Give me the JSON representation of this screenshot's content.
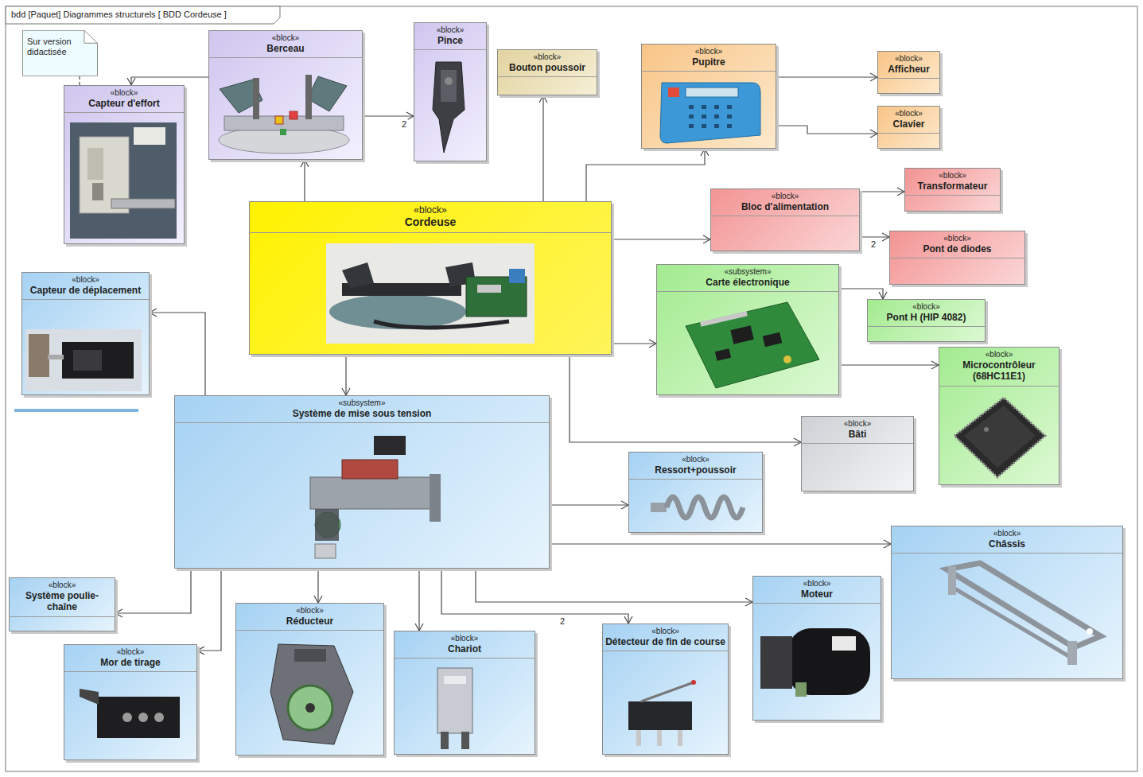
{
  "diagram": {
    "title": "bdd [Paquet] Diagrammes structurels [ BDD Cordeuse ]",
    "nodes": [
      {
        "text": [
          "Sur version didactisée"
        ]
      },
      {
        "text": [
          "«block»",
          "Berceau"
        ]
      },
      {
        "text": [
          "«block»",
          "Pince"
        ]
      },
      {
        "text": [
          "«block»",
          "Bouton poussoir"
        ]
      },
      {
        "text": [
          "«block»",
          "Pupitre"
        ]
      },
      {
        "text": [
          "«block»",
          "Afficheur"
        ]
      },
      {
        "text": [
          "«block»",
          "Capteur d'effort"
        ]
      },
      {
        "text": [
          "«block»",
          "Clavier"
        ]
      },
      {
        "text": [
          "«block»",
          "Cordeuse"
        ]
      },
      {
        "text": [
          "«block»",
          "Transformateur"
        ]
      },
      {
        "text": [
          "«block»",
          "Bloc d'alimentation"
        ]
      },
      {
        "text": [
          "«block»",
          "Pont de diodes"
        ]
      },
      {
        "text": [
          "«block»",
          "Capteur de déplacement"
        ]
      },
      {
        "text": [
          "«subsystem»",
          "Carte électronique"
        ]
      },
      {
        "text": [
          "«block»",
          "Pont H (HIP 4082)"
        ]
      },
      {
        "text": [
          "«block»",
          "Microcontrôleur (68HC11E1)"
        ]
      },
      {
        "text": [
          "«subsystem»",
          "Système de mise sous tension"
        ]
      },
      {
        "text": [
          "«block»",
          "Bâti"
        ]
      },
      {
        "text": [
          "«block»",
          "Ressort+poussoir"
        ]
      },
      {
        "text": [
          "«block»",
          "Châssis"
        ]
      },
      {
        "text": [
          "«block»",
          "Système poulie-chaîne"
        ]
      },
      {
        "text": [
          "«block»",
          "Moteur"
        ]
      },
      {
        "text": [
          "«block»",
          "Réducteur"
        ]
      },
      {
        "text": [
          "«block»",
          "Mor de tirage"
        ]
      },
      {
        "text": [
          "«block»",
          "Chariot"
        ]
      },
      {
        "text": [
          "«block»",
          "Détecteur de fin de course"
        ]
      }
    ],
    "edges": [
      {
        "from": 0,
        "to": 6,
        "arrow": "none"
      },
      {
        "from": 1,
        "to": 6,
        "arrow": "to"
      },
      {
        "from": 1,
        "to": 2,
        "label": "2",
        "arrow": "to"
      },
      {
        "from": 8,
        "to": 1,
        "arrow": "to"
      },
      {
        "from": 8,
        "to": 3,
        "arrow": "to"
      },
      {
        "from": 8,
        "to": 4,
        "arrow": "to"
      },
      {
        "from": 4,
        "to": 5,
        "arrow": "to"
      },
      {
        "from": 4,
        "to": 7,
        "arrow": "to"
      },
      {
        "from": 8,
        "to": 10,
        "arrow": "to"
      },
      {
        "from": 10,
        "to": 9,
        "arrow": "to"
      },
      {
        "from": 10,
        "to": 11,
        "label": "2",
        "arrow": "to"
      },
      {
        "from": 8,
        "to": 13,
        "arrow": "to"
      },
      {
        "from": 13,
        "to": 14,
        "arrow": "to"
      },
      {
        "from": 13,
        "to": 15,
        "arrow": "to"
      },
      {
        "from": 8,
        "to": 16,
        "arrow": "to"
      },
      {
        "from": 8,
        "to": 17,
        "arrow": "to"
      },
      {
        "from": 16,
        "to": 12,
        "arrow": "to"
      },
      {
        "from": 16,
        "to": 18,
        "arrow": "to"
      },
      {
        "from": 16,
        "to": 19,
        "arrow": "to"
      },
      {
        "from": 16,
        "to": 20,
        "arrow": "to"
      },
      {
        "from": 16,
        "to": 23,
        "arrow": "to"
      },
      {
        "from": 16,
        "to": 22,
        "arrow": "to"
      },
      {
        "from": 16,
        "to": 24,
        "arrow": "to"
      },
      {
        "from": 16,
        "to": 25,
        "label": "2",
        "arrow": "to"
      },
      {
        "from": 16,
        "to": 21,
        "arrow": "to"
      }
    ]
  }
}
